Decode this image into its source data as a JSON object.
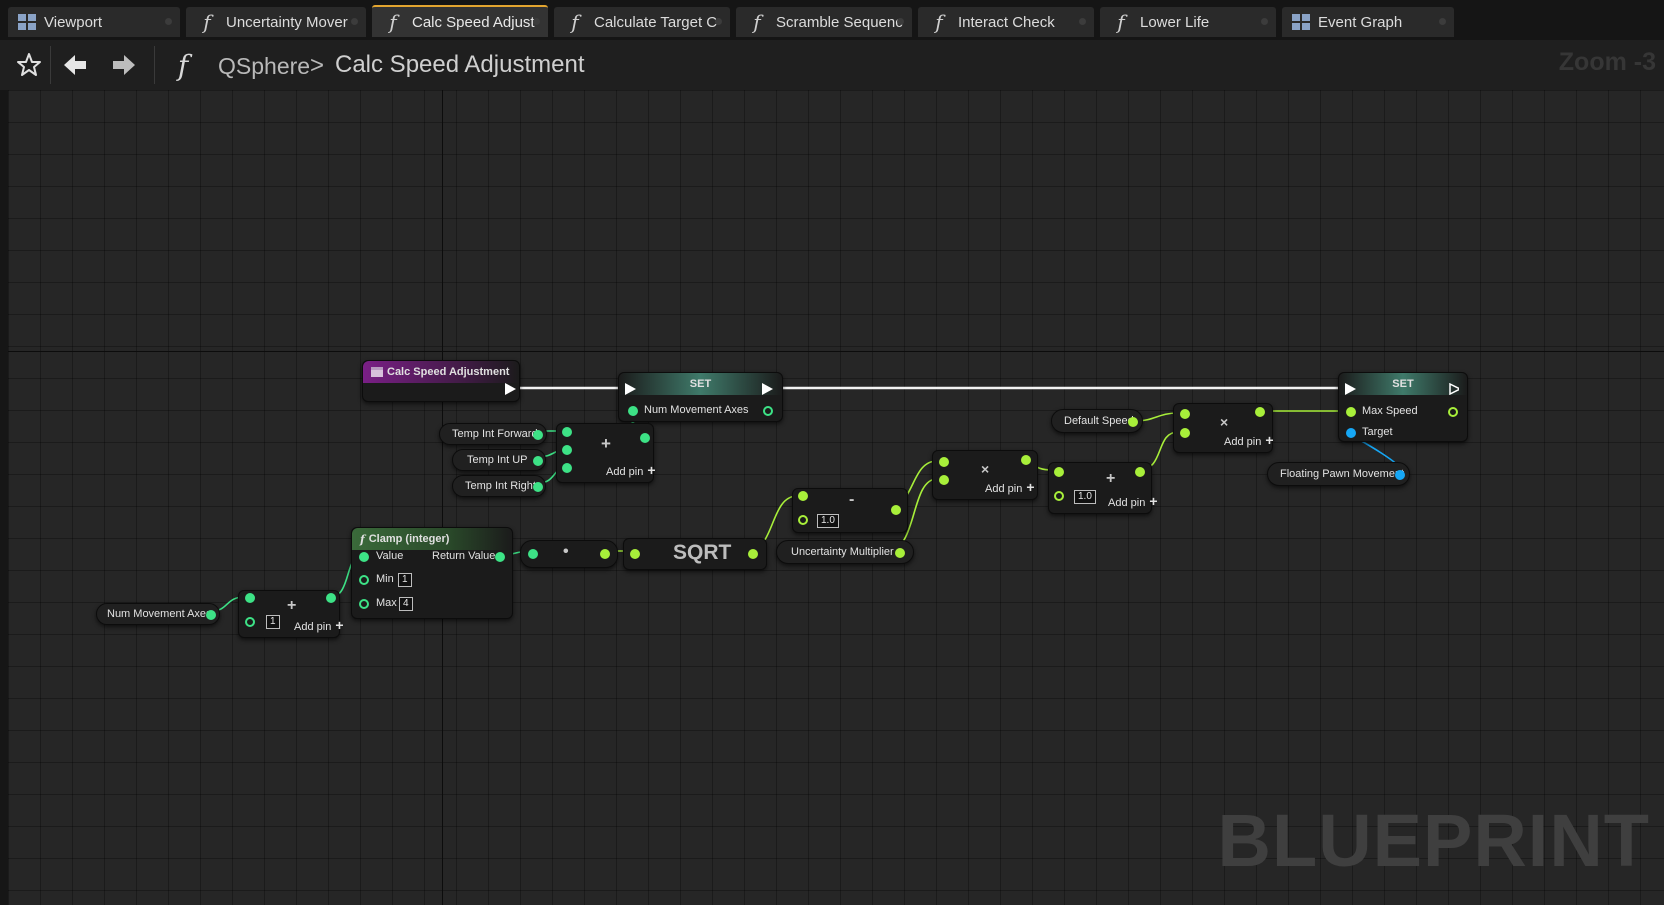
{
  "tabs": [
    {
      "label": "Viewport",
      "icon": "viewport-icon"
    },
    {
      "label": "Uncertainty Mover",
      "icon": "function-icon"
    },
    {
      "label": "Calc Speed Adjust",
      "icon": "function-icon",
      "active": true
    },
    {
      "label": "Calculate Target C",
      "icon": "function-icon"
    },
    {
      "label": "Scramble Sequenc",
      "icon": "function-icon"
    },
    {
      "label": "Interact Check",
      "icon": "function-icon"
    },
    {
      "label": "Lower Life",
      "icon": "function-icon"
    },
    {
      "label": "Event Graph",
      "icon": "event-graph-icon"
    }
  ],
  "toolbar": {
    "root": "QSphere",
    "separator": ">",
    "current": "Calc Speed Adjustment",
    "zoom": "Zoom -3"
  },
  "watermark": "BLUEPRINT",
  "nodes": {
    "entry": {
      "title": "Calc Speed Adjustment"
    },
    "set1": {
      "title": "SET",
      "pin": "Num Movement Axes"
    },
    "set2": {
      "title": "SET",
      "pin_maxspeed": "Max Speed",
      "pin_target": "Target"
    },
    "temp_forward": {
      "label": "Temp Int Forward"
    },
    "temp_up": {
      "label": "Temp Int UP"
    },
    "temp_right": {
      "label": "Temp Int Right"
    },
    "add1": {
      "op": "+",
      "add_pin": "Add pin"
    },
    "num_axes_get": {
      "label": "Num Movement Axes"
    },
    "add2": {
      "op": "+",
      "value": "1",
      "add_pin": "Add pin"
    },
    "clamp": {
      "title": "Clamp (integer)",
      "value": "Value",
      "return": "Return Value",
      "min_label": "Min",
      "min": "1",
      "max_label": "Max",
      "max": "4"
    },
    "float_conv": {
      "op": "•"
    },
    "sqrt": {
      "title": "SQRT"
    },
    "subtract": {
      "op": "-",
      "value": "1.0"
    },
    "uncertainty": {
      "label": "Uncertainty Multiplier"
    },
    "multiply1": {
      "op": "×",
      "add_pin": "Add pin"
    },
    "add3": {
      "op": "+",
      "value": "1.0",
      "add_pin": "Add pin"
    },
    "default_speed": {
      "label": "Default Speed"
    },
    "multiply2": {
      "op": "×",
      "add_pin": "Add pin"
    },
    "floating_pawn": {
      "label": "Floating Pawn Movement"
    }
  },
  "colors": {
    "int_pin": "#3de286",
    "float_pin": "#a8ef3a",
    "object_pin": "#16a7f5",
    "tab_active_accent": "#e3a52f",
    "function_header": "#7a1f86",
    "set_header": "#3f7a6a"
  }
}
